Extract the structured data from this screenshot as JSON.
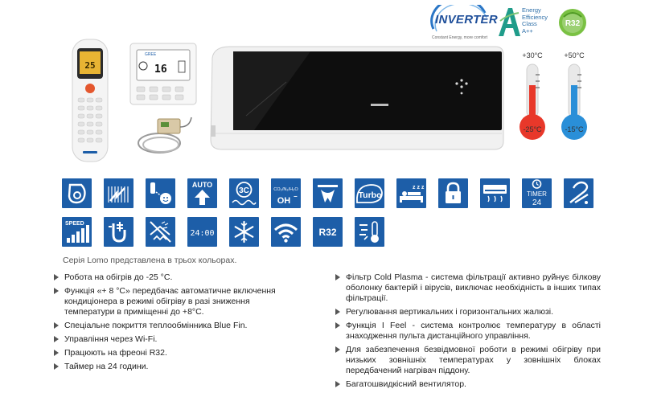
{
  "badges": {
    "inverter_logo": "INVERTER",
    "inverter_tagline": "Constant Energy, more comfort",
    "energy_line1": "Energy",
    "energy_line2": "Efficiency",
    "energy_line3": "Class",
    "energy_line4": "A++",
    "r32_label": "R32"
  },
  "thermometers": {
    "heat": {
      "top": "+30°C",
      "bottom": "-25°C",
      "color": "#e8382a"
    },
    "cool": {
      "top": "+50°C",
      "bottom": "-15°C",
      "color": "#2a8fd8"
    }
  },
  "remote": {
    "display": "25"
  },
  "controller": {
    "display": "16"
  },
  "icons": {
    "color": "#1d5ea8",
    "auto": "AUTO",
    "three_c": "3C",
    "plasma_top": "CO₂/N₂/H₂O",
    "plasma_bottom": "OH",
    "plasma_sup": "−",
    "turbo": "Turbo",
    "zzz": "z z z",
    "timer_label": "TIMER",
    "timer_value": "24",
    "speed": "SPEED",
    "clock": "24:00",
    "r32": "R32"
  },
  "series_text": "Серія Lomo представлена в трьох кольорах.",
  "left_features": [
    "Робота на обігрів до -25 °C.",
    "Функція «+ 8 °C» передбачає автоматичне включення кондиціонера в режимі обігріву в разі зниження температури в приміщенні до +8°C.",
    "Спеціальне покриття теплообмінника Blue Fin.",
    "Управління через Wi-Fi.",
    "Працюють на фреоні R32.",
    "Таймер на 24 години."
  ],
  "right_features": [
    "Фільтр Cold Plasma - система фільтрації активно руйнує білкову оболонку бактерій і вірусів, виключає необхідність в інших типах фільтрації.",
    "Регулювання вертикальних і горизонтальних жалюзі.",
    "Функція I Feel - система контролює температуру в області знаходження пульта дистанційного управління.",
    "Для забезпечення безвідмовної роботи в режимі обігріву при низьких зовнішніх температурах у зовнішніх блоках передбачений нагрівач піддону.",
    "Багатошвидкісний вентилятор."
  ]
}
